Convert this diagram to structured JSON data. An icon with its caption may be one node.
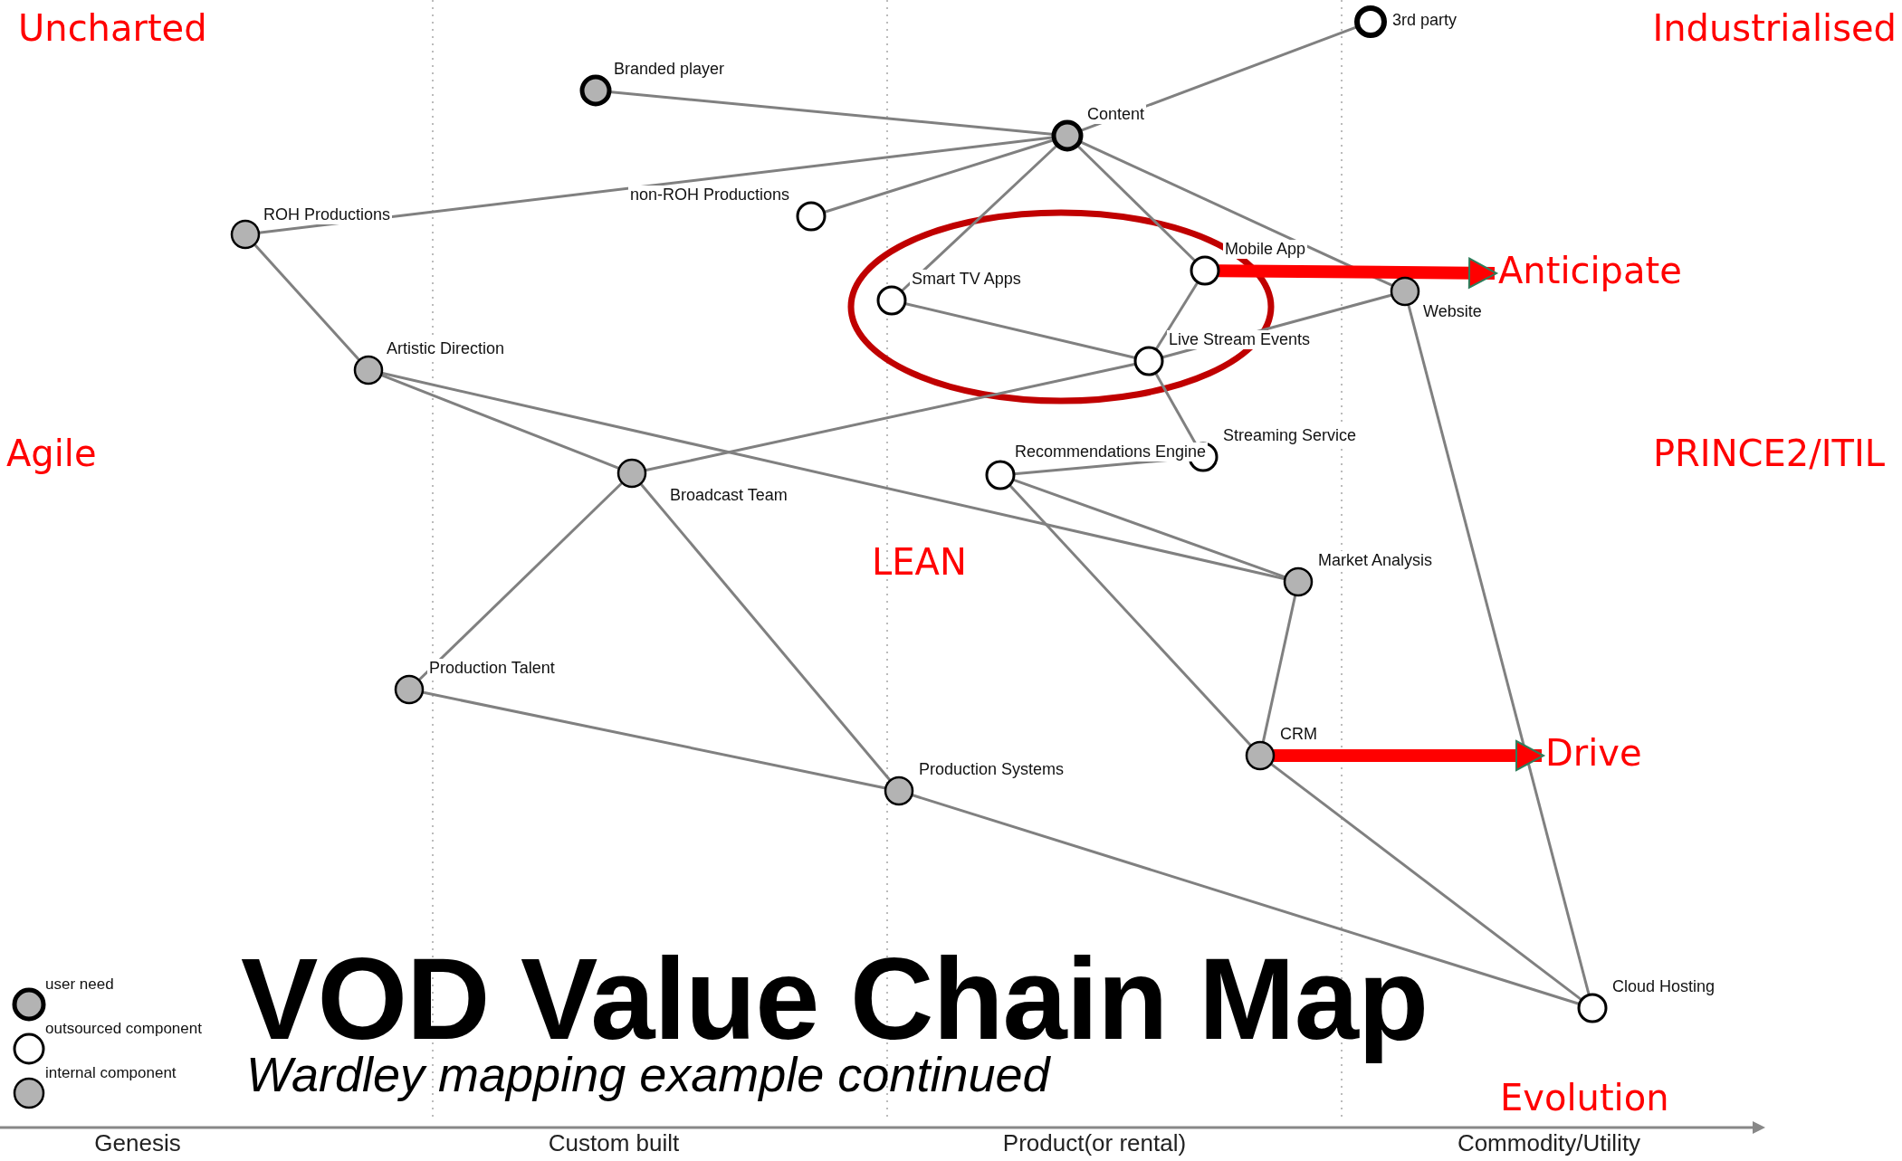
{
  "diagram": {
    "title": "VOD Value Chain Map",
    "caption": "Wardley mapping example continued",
    "nodes": [
      {
        "text": [
          "3rd party"
        ]
      },
      {
        "text": [
          "Branded player"
        ]
      },
      {
        "text": [
          "Content"
        ]
      },
      {
        "text": [
          "ROH Productions"
        ]
      },
      {
        "text": [
          "non-ROH Productions"
        ]
      },
      {
        "text": [
          "Smart TV Apps"
        ]
      },
      {
        "text": [
          "Mobile App"
        ]
      },
      {
        "text": [
          "Website"
        ]
      },
      {
        "text": [
          "Artistic Direction"
        ]
      },
      {
        "text": [
          "Live Stream Events"
        ]
      },
      {
        "text": [
          "Streaming Service"
        ]
      },
      {
        "text": [
          "Broadcast Team"
        ]
      },
      {
        "text": [
          "Recommendations Engine"
        ]
      },
      {
        "text": [
          "Market Analysis"
        ]
      },
      {
        "text": [
          "Production Talent"
        ]
      },
      {
        "text": [
          "CRM"
        ]
      },
      {
        "text": [
          "Production Systems"
        ]
      },
      {
        "text": [
          "Cloud Hosting"
        ]
      },
      {
        "text": [
          "Anticipate"
        ]
      },
      {
        "text": [
          "Drive"
        ]
      }
    ],
    "edges": [
      {
        "from": 0,
        "to": 2,
        "arrow": "none"
      },
      {
        "from": 1,
        "to": 2,
        "arrow": "none"
      },
      {
        "from": 3,
        "to": 2,
        "arrow": "none"
      },
      {
        "from": 4,
        "to": 2,
        "arrow": "none"
      },
      {
        "from": 2,
        "to": 5,
        "arrow": "none"
      },
      {
        "from": 2,
        "to": 6,
        "arrow": "none"
      },
      {
        "from": 2,
        "to": 7,
        "arrow": "none"
      },
      {
        "from": 3,
        "to": 8,
        "arrow": "none"
      },
      {
        "from": 5,
        "to": 9,
        "arrow": "none"
      },
      {
        "from": 6,
        "to": 9,
        "arrow": "none"
      },
      {
        "from": 11,
        "to": 9,
        "arrow": "none"
      },
      {
        "from": 9,
        "to": 7,
        "arrow": "none"
      },
      {
        "from": 9,
        "to": 10,
        "arrow": "none"
      },
      {
        "from": 8,
        "to": 11,
        "arrow": "none"
      },
      {
        "from": 8,
        "to": 13,
        "arrow": "none"
      },
      {
        "from": 12,
        "to": 10,
        "arrow": "none"
      },
      {
        "from": 12,
        "to": 13,
        "arrow": "none"
      },
      {
        "from": 12,
        "to": 15,
        "arrow": "none"
      },
      {
        "from": 13,
        "to": 15,
        "arrow": "none"
      },
      {
        "from": 11,
        "to": 14,
        "arrow": "none"
      },
      {
        "from": 11,
        "to": 16,
        "arrow": "none"
      },
      {
        "from": 14,
        "to": 16,
        "arrow": "none"
      },
      {
        "from": 16,
        "to": 17,
        "arrow": "none"
      },
      {
        "from": 15,
        "to": 17,
        "arrow": "none"
      },
      {
        "from": 7,
        "to": 17,
        "arrow": "none"
      },
      {
        "from": 6,
        "to": 18,
        "arrow": "to",
        "style": "thick",
        "color": "#ff0000"
      },
      {
        "from": 15,
        "to": 19,
        "arrow": "to",
        "style": "thick",
        "color": "#ff0000"
      }
    ],
    "labels": [
      "Uncharted",
      "Industrialised",
      "Agile",
      "PRINCE2/ITIL",
      "LEAN",
      "Evolution",
      "Genesis",
      "Custom built",
      "Product(or rental)",
      "Commodity/Utility"
    ],
    "legend": [
      {
        "text": "user need"
      },
      {
        "text": "outsourced component"
      },
      {
        "text": "internal component"
      }
    ]
  }
}
